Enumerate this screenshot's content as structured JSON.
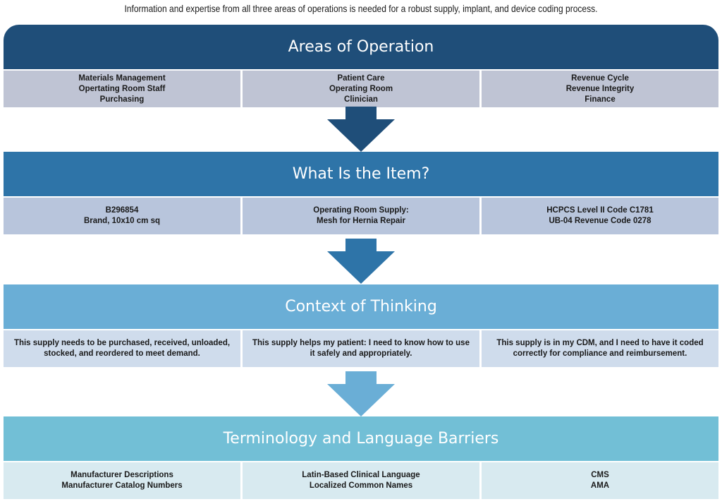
{
  "caption": "Information and expertise from all three areas of operations is needed for a robust supply, implant, and device coding process.",
  "sections": [
    {
      "title": "Areas of Operation",
      "cells": [
        [
          "Materials Management",
          "Opertating Room Staff",
          "Purchasing"
        ],
        [
          "Patient Care",
          "Operating Room",
          "Clinician"
        ],
        [
          "Revenue Cycle",
          "Revenue Integrity",
          "Finance"
        ]
      ],
      "color": "#1f4e79"
    },
    {
      "title": "What Is the Item?",
      "cells": [
        [
          "B296854",
          "Brand, 10x10 cm sq"
        ],
        [
          "Operating Room Supply:",
          "Mesh for Hernia Repair"
        ],
        [
          "HCPCS Level II Code C1781",
          "UB-04 Revenue Code 0278"
        ]
      ],
      "color": "#2e74a8"
    },
    {
      "title": "Context of Thinking",
      "cells": [
        [
          "This supply needs to be purchased, received, unloaded,",
          "stocked, and reordered to meet demand."
        ],
        [
          "This supply helps my patient: I need to know how to use",
          "it safely and appropriately."
        ],
        [
          "This supply is in my CDM, and I need to have it coded",
          "correctly for compliance and reimbursement."
        ]
      ],
      "color": "#6aaed6"
    },
    {
      "title": "Terminology and Language Barriers",
      "cells": [
        [
          "Manufacturer Descriptions",
          "Manufacturer Catalog Numbers"
        ],
        [
          "Latin-Based Clinical Language",
          "Localized Common Names"
        ],
        [
          "CMS",
          "AMA"
        ]
      ],
      "color": "#72bfd6"
    }
  ],
  "arrows": [
    {
      "icon": "down-arrow-icon",
      "color": "#1f4e79"
    },
    {
      "icon": "down-arrow-icon",
      "color": "#2e74a8"
    },
    {
      "icon": "down-arrow-icon",
      "color": "#6aaed6"
    }
  ]
}
